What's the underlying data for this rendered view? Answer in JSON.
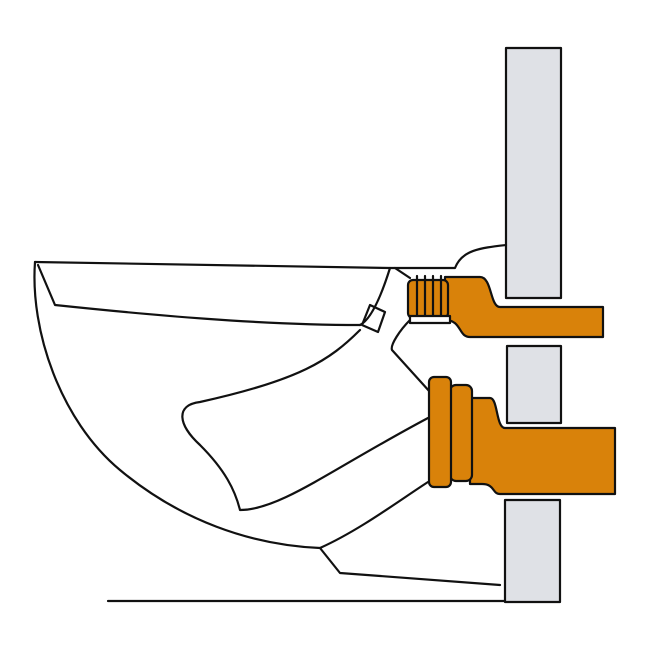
{
  "colors": {
    "background": "#ffffff",
    "wall": "#dfe1e6",
    "pipe": "#d9820a",
    "outline": "#111111"
  },
  "parts": {
    "wall": "wall",
    "toilet": "wall-hung-toilet",
    "supply_connector": "flush-pipe-connector",
    "drain_connector": "drain-pipe-connector",
    "floor": "floor-line"
  }
}
